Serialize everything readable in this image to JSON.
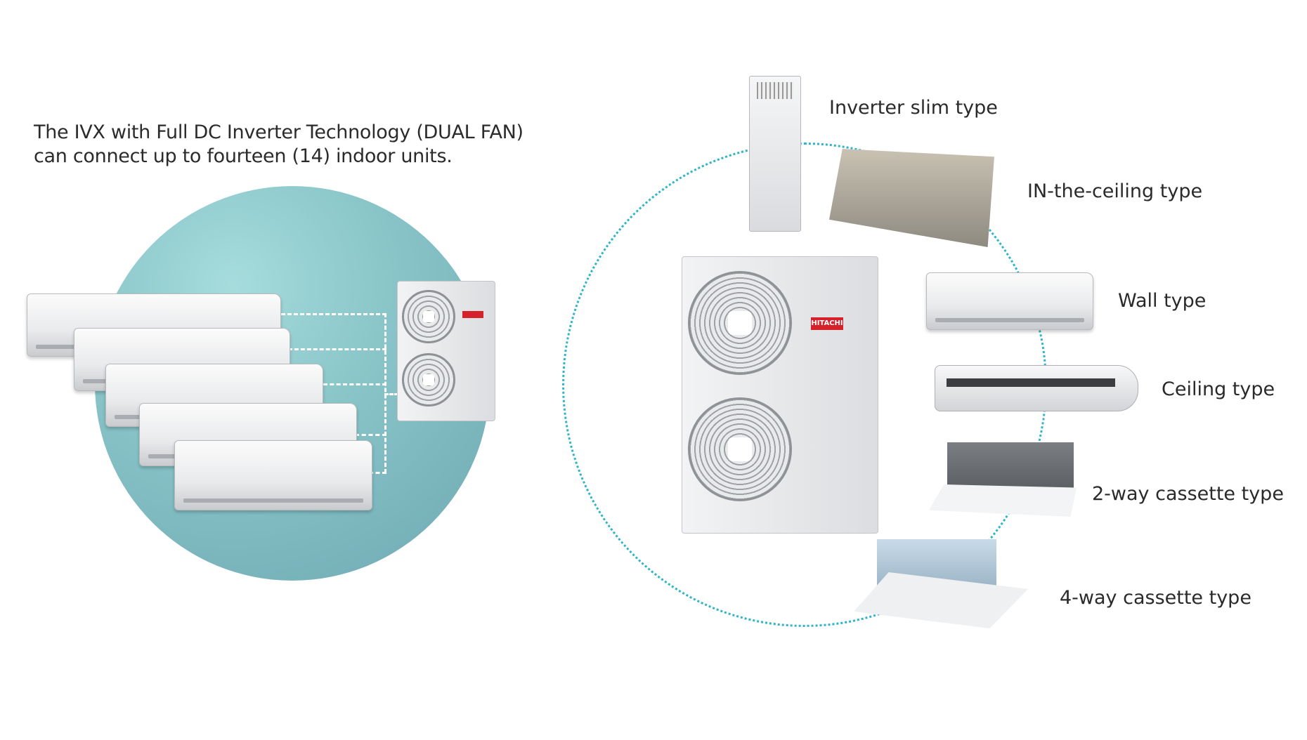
{
  "intro": {
    "line1": "The IVX with Full DC Inverter Technology (DUAL FAN)",
    "line2": "can connect up to fourteen (14) indoor units."
  },
  "outdoor_unit": {
    "brand": "HITACHI"
  },
  "indoor_types": [
    {
      "label": "Inverter slim type"
    },
    {
      "label": "IN-the-ceiling type"
    },
    {
      "label": "Wall type"
    },
    {
      "label": "Ceiling type"
    },
    {
      "label": "2-way cassette type"
    },
    {
      "label": "4-way cassette type"
    }
  ],
  "colors": {
    "accent_circle": "#86c2c6",
    "dotted_ring": "#2fb4c8",
    "brand_red": "#d6202a"
  }
}
